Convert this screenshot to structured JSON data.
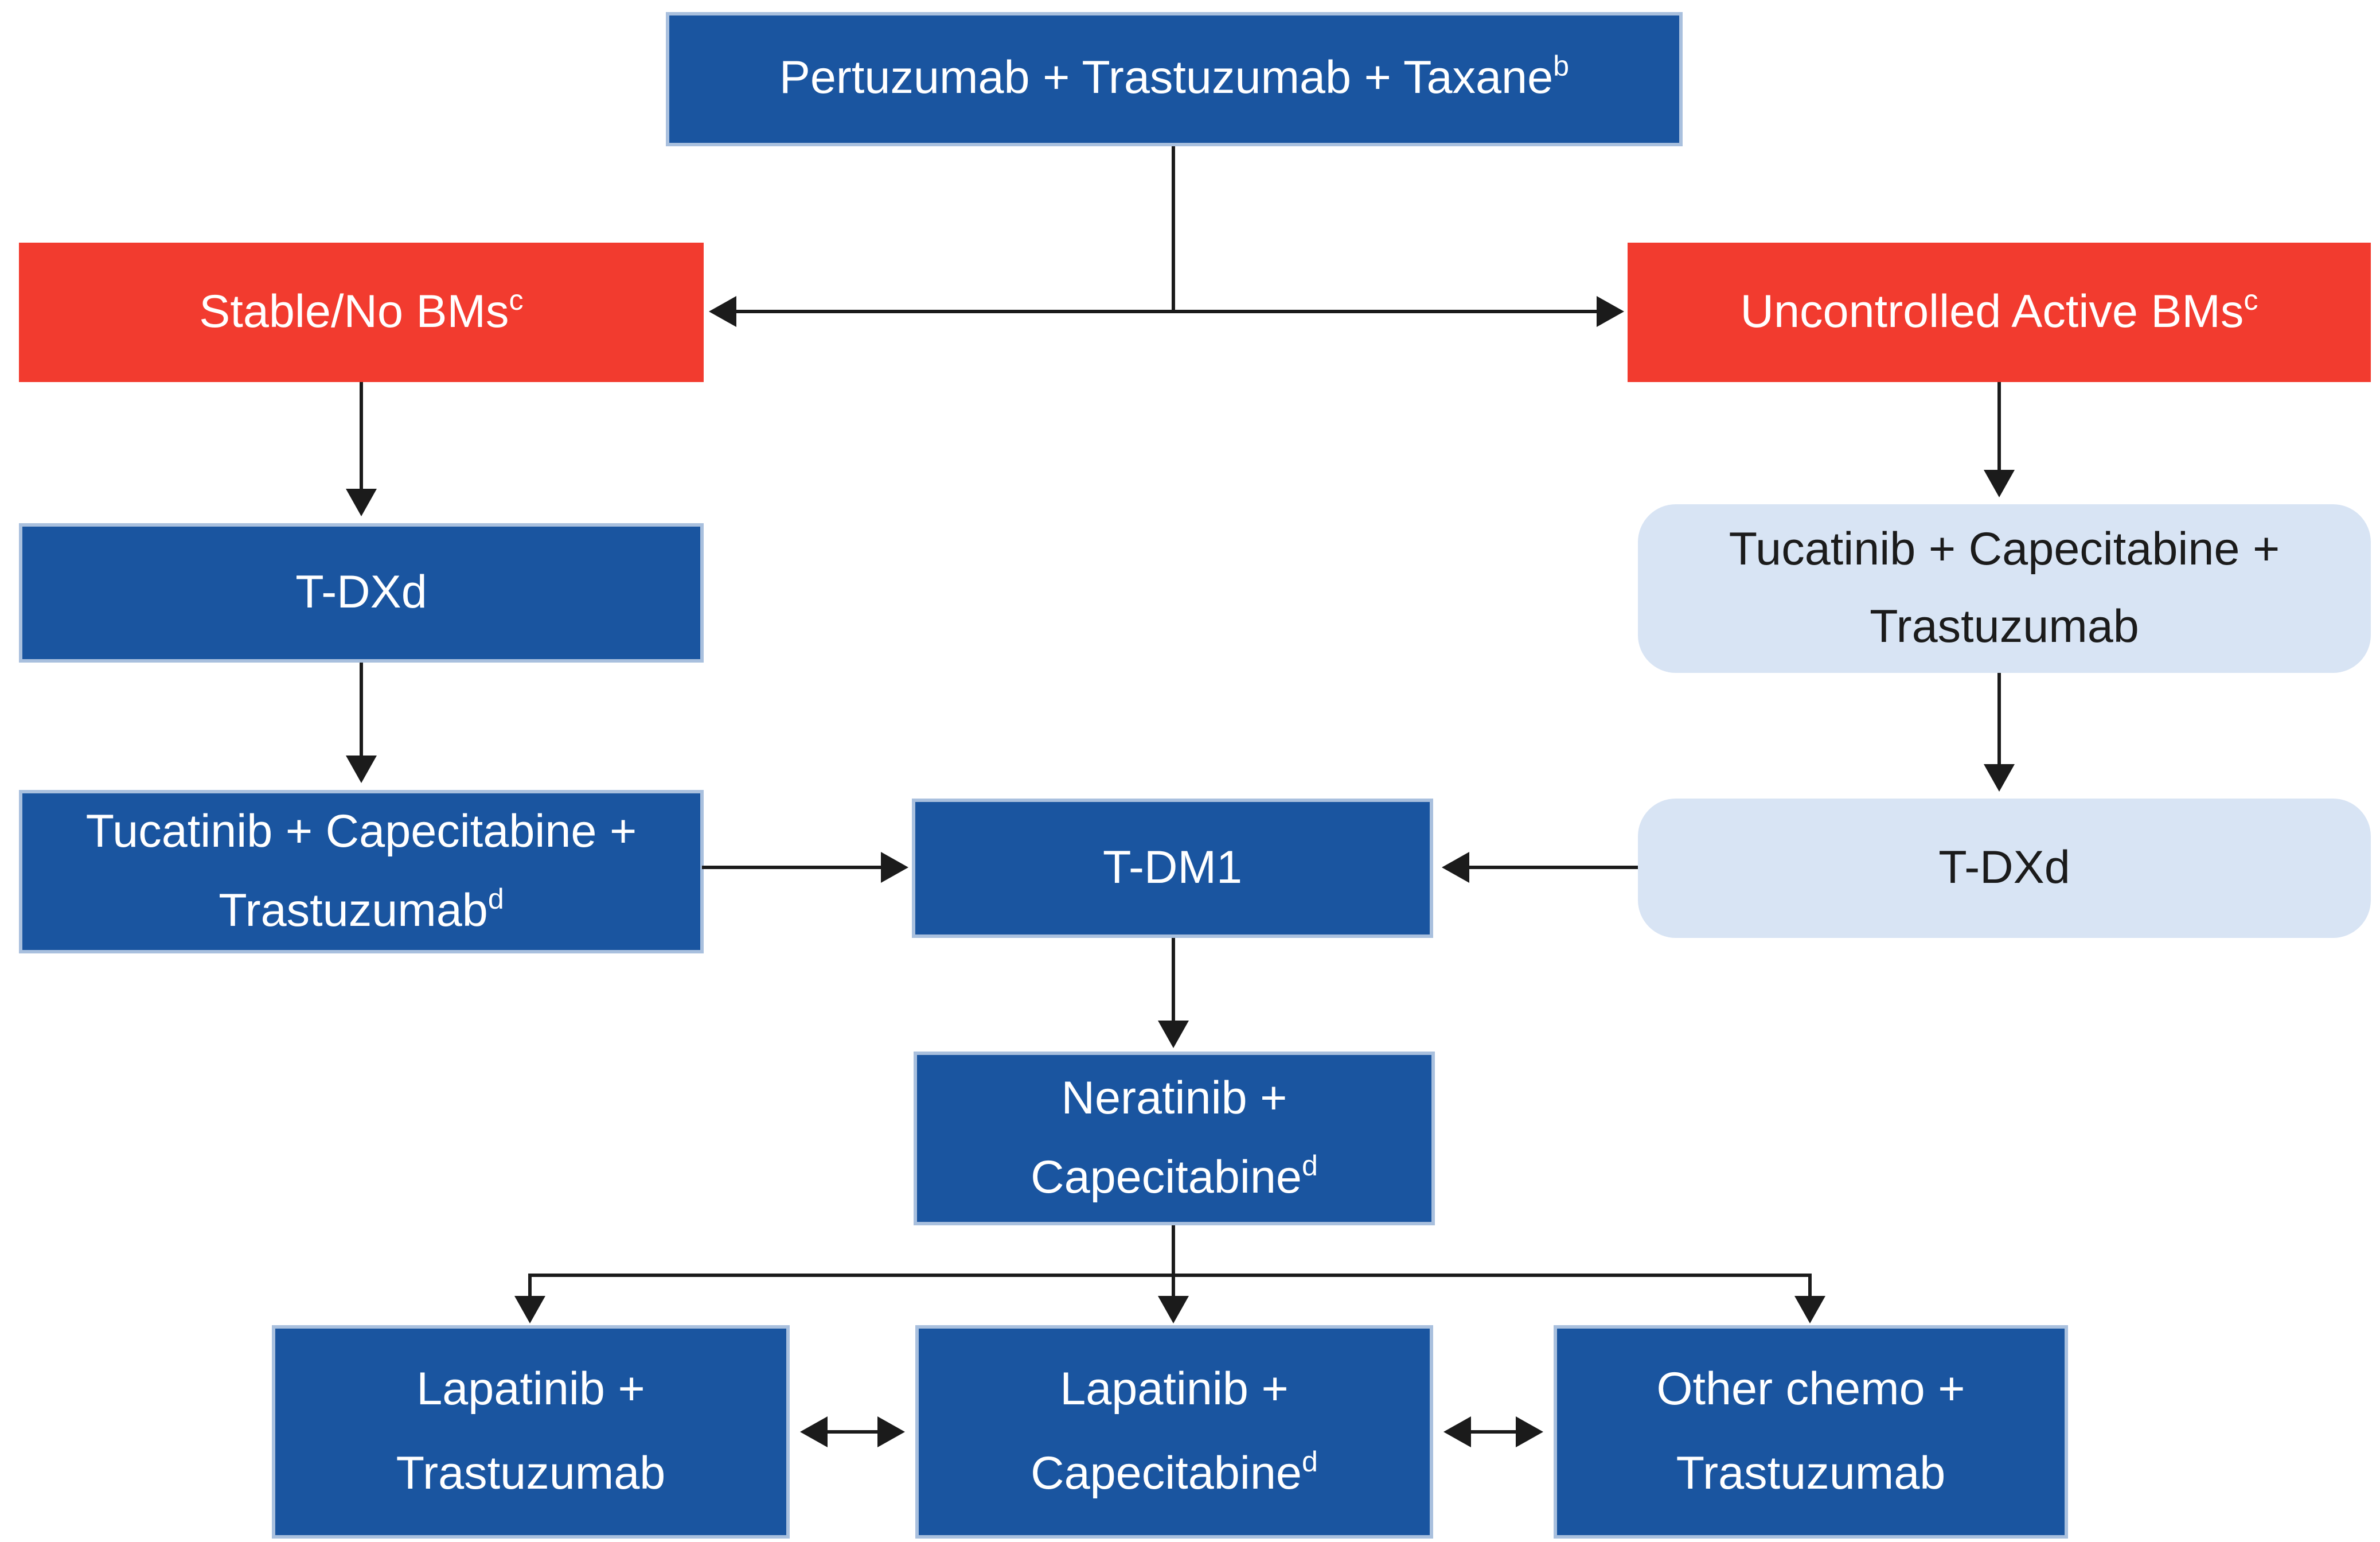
{
  "palette": {
    "dark_blue": "#1a55a0",
    "red": "#f23b2f",
    "light_blue": "#d8e4f4",
    "text_on_dark": "#ffffff",
    "text_on_light": "#1b1b1b",
    "connector": "#1b1b1b"
  },
  "nodes": {
    "root": {
      "text": "Pertuzumab + Trastuzumab + Taxane",
      "sup": "b"
    },
    "stable_bms": {
      "text": "Stable/No BMs",
      "sup": "c"
    },
    "active_bms": {
      "text": "Uncontrolled Active BMs",
      "sup": "c"
    },
    "left_tdxd": {
      "text": "T-DXd"
    },
    "left_tucatinib": {
      "line1": "Tucatinib + Capecitabine +",
      "line2": "Trastuzumab",
      "sup": "d"
    },
    "right_tucatinib": {
      "line1": "Tucatinib + Capecitabine +",
      "line2": "Trastuzumab"
    },
    "right_tdxd": {
      "text": "T-DXd"
    },
    "tdm1": {
      "text": "T-DM1"
    },
    "neratinib": {
      "line1": "Neratinib +",
      "line2": "Capecitabine",
      "sup": "d"
    },
    "lapatinib_trastuzumab": {
      "line1": "Lapatinib +",
      "line2": "Trastuzumab"
    },
    "lapatinib_capecitabine": {
      "line1": "Lapatinib +",
      "line2": "Capecitabine",
      "sup": "d"
    },
    "other_chemo": {
      "line1": "Other chemo +",
      "line2": "Trastuzumab"
    }
  },
  "edges": [
    {
      "from": "root",
      "to": "stable_bms",
      "type": "arrow"
    },
    {
      "from": "root",
      "to": "active_bms",
      "type": "arrow"
    },
    {
      "from": "stable_bms",
      "to": "left_tdxd",
      "type": "arrow"
    },
    {
      "from": "left_tdxd",
      "to": "left_tucatinib",
      "type": "arrow"
    },
    {
      "from": "left_tucatinib",
      "to": "tdm1",
      "type": "arrow"
    },
    {
      "from": "active_bms",
      "to": "right_tucatinib",
      "type": "arrow"
    },
    {
      "from": "right_tucatinib",
      "to": "right_tdxd",
      "type": "arrow"
    },
    {
      "from": "right_tdxd",
      "to": "tdm1",
      "type": "arrow"
    },
    {
      "from": "tdm1",
      "to": "neratinib",
      "type": "arrow"
    },
    {
      "from": "neratinib",
      "to": "lapatinib_trastuzumab",
      "type": "arrow"
    },
    {
      "from": "neratinib",
      "to": "lapatinib_capecitabine",
      "type": "arrow"
    },
    {
      "from": "neratinib",
      "to": "other_chemo",
      "type": "arrow"
    },
    {
      "from": "lapatinib_trastuzumab",
      "to": "lapatinib_capecitabine",
      "type": "double-arrow"
    },
    {
      "from": "lapatinib_capecitabine",
      "to": "other_chemo",
      "type": "double-arrow"
    }
  ]
}
